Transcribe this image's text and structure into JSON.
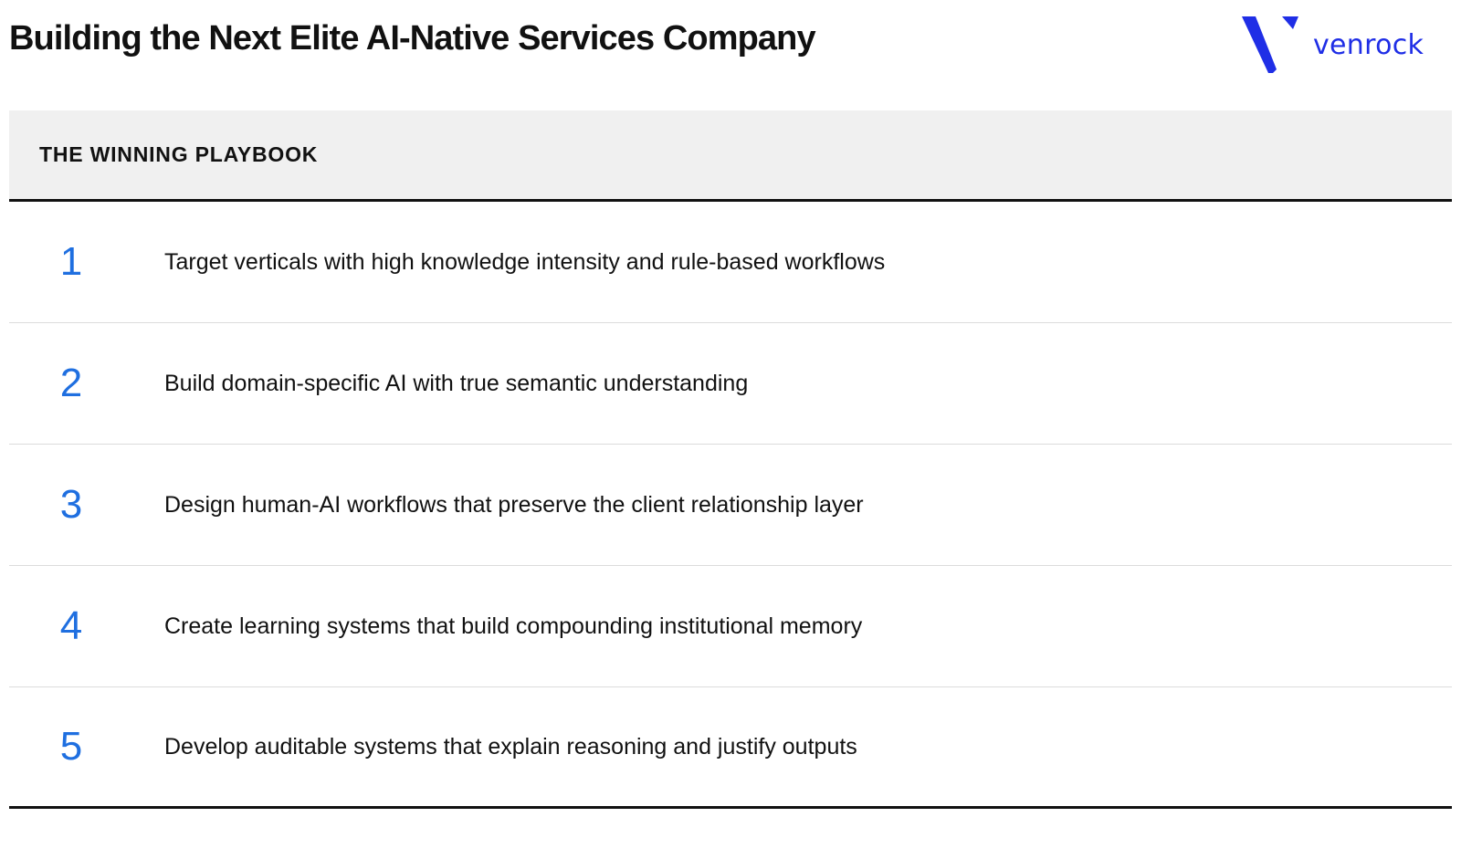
{
  "header": {
    "title": "Building the Next Elite AI-Native Services Company",
    "logo": {
      "icon": "venrock-v-logo-icon",
      "wordmark": "venrock",
      "color": "#1f2ee6"
    }
  },
  "playbook": {
    "heading": "THE WINNING PLAYBOOK",
    "number_color": "#1f6fe0",
    "header_background": "#f0f0f0",
    "items": [
      {
        "number": "1",
        "text": "Target verticals with high knowledge intensity and rule-based workflows"
      },
      {
        "number": "2",
        "text": "Build domain-specific AI with true semantic understanding"
      },
      {
        "number": "3",
        "text": "Design human-AI workflows that preserve the client relationship layer"
      },
      {
        "number": "4",
        "text": "Create learning systems that build compounding institutional memory"
      },
      {
        "number": "5",
        "text": "Develop auditable systems that explain reasoning and justify outputs"
      }
    ]
  }
}
